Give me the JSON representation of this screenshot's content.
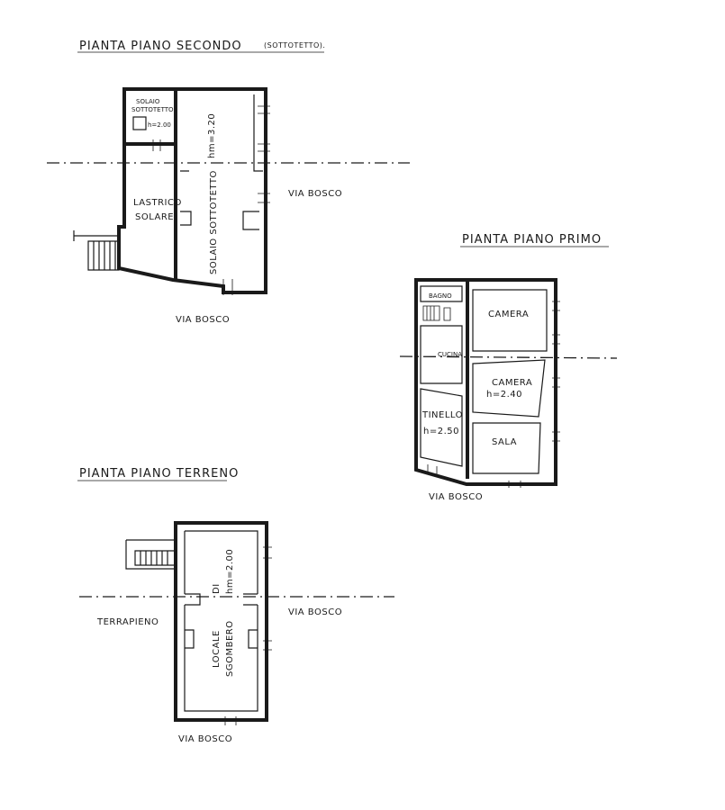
{
  "second_floor": {
    "title": "PIANTA PIANO SECONDO",
    "title_note": "(SOTTOTETTO).",
    "solaio_small_1": "SOLAIO",
    "solaio_small_2": "SOTTOTETTO",
    "solaio_small_height": "h=2.00",
    "lastrico_1": "LASTRICO",
    "lastrico_2": "SOLARE",
    "main_height": "hm=3.20",
    "main_room": "SOLAIO SOTTOTETTO",
    "street_right": "VIA BOSCO",
    "street_bottom": "VIA BOSCO"
  },
  "first_floor": {
    "title": "PIANTA PIANO PRIMO",
    "bagno": "BAGNO",
    "camera_1": "CAMERA",
    "cucina": "CUCINA",
    "camera_2": "CAMERA",
    "camera_2_height": "h=2.40",
    "tinello": "TINELLO",
    "tinello_height": "h=2.50",
    "sala": "SALA",
    "street_bottom": "VIA BOSCO"
  },
  "ground_floor": {
    "title": "PIANTA PIANO TERRENO",
    "height": "hm=2.00",
    "di": "DI",
    "locale_1": "LOCALE",
    "locale_2": "SGOMBERO",
    "terrapieno": "TERRAPIENO",
    "street_right": "VIA BOSCO",
    "street_bottom": "VIA BOSCO"
  }
}
